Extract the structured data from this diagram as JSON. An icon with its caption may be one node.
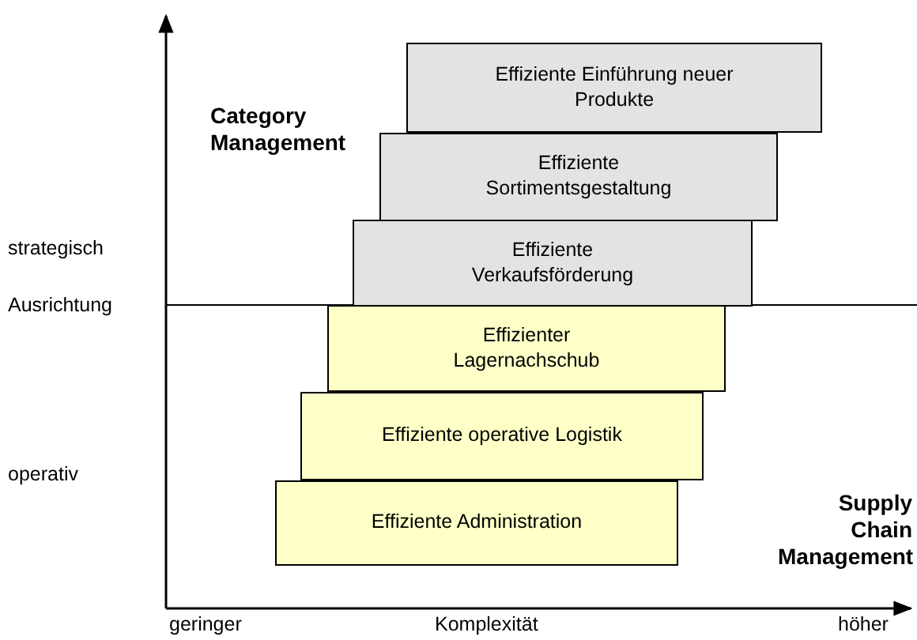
{
  "diagram": {
    "nodes": [
      {
        "text": [
          "Effiziente Einführung neuer Produkte"
        ]
      },
      {
        "text": [
          "Effiziente Sortimentsgestaltung"
        ]
      },
      {
        "text": [
          "Effiziente Verkaufsförderung"
        ]
      },
      {
        "text": [
          "Effizienter Lagernachschub"
        ]
      },
      {
        "text": [
          "Effiziente operative Logistik"
        ]
      },
      {
        "text": [
          "Effiziente Administration"
        ]
      }
    ],
    "labels": [
      "strategisch",
      "Category Management",
      "Ausrichtung",
      "operativ",
      "Supply Chain Management",
      "geringer",
      "Komplexität",
      "höher"
    ]
  }
}
